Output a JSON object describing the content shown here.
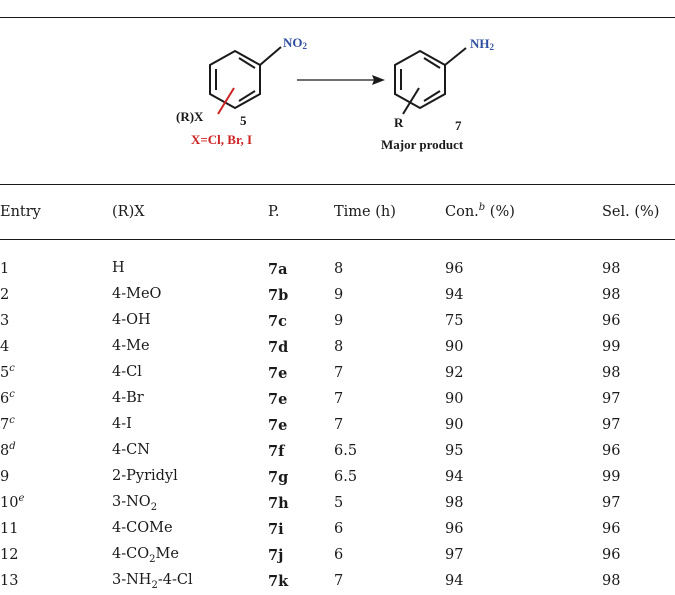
{
  "scheme": {
    "reactant_substituent": "NO",
    "reactant_substituent_sub": "2",
    "reactant_group": "(R)X",
    "reactant_number": "5",
    "reactant_halogen_note": "X=Cl, Br, I",
    "product_substituent": "NH",
    "product_substituent_sub": "2",
    "product_group": "R",
    "product_number": "7",
    "product_caption": "Major product",
    "colors": {
      "nitro": "#2f4fa0",
      "amine": "#2f4fa0",
      "halogen": "#cc2222",
      "bonds": "#1a1a1a"
    }
  },
  "table": {
    "headers": {
      "entry": "Entry",
      "rx": "(R)X",
      "product": "P.",
      "time": "Time (h)",
      "conversion_pre": "Con.",
      "conversion_note": "b",
      "conversion_post": " (%)",
      "selectivity": "Sel. (%)"
    },
    "rows": [
      {
        "entry": "1",
        "note": "",
        "rx": "H",
        "rx_sub": "",
        "rx_tail": "",
        "product_num": "7",
        "product_letter": "a",
        "time": "8",
        "conversion": "96",
        "selectivity": "98"
      },
      {
        "entry": "2",
        "note": "",
        "rx": "4-MeO",
        "rx_sub": "",
        "rx_tail": "",
        "product_num": "7",
        "product_letter": "b",
        "time": "9",
        "conversion": "94",
        "selectivity": "98"
      },
      {
        "entry": "3",
        "note": "",
        "rx": "4-OH",
        "rx_sub": "",
        "rx_tail": "",
        "product_num": "7",
        "product_letter": "c",
        "time": "9",
        "conversion": "75",
        "selectivity": "96"
      },
      {
        "entry": "4",
        "note": "",
        "rx": "4-Me",
        "rx_sub": "",
        "rx_tail": "",
        "product_num": "7",
        "product_letter": "d",
        "time": "8",
        "conversion": "90",
        "selectivity": "99"
      },
      {
        "entry": "5",
        "note": "c",
        "rx": "4-Cl",
        "rx_sub": "",
        "rx_tail": "",
        "product_num": "7",
        "product_letter": "e",
        "time": "7",
        "conversion": "92",
        "selectivity": "98"
      },
      {
        "entry": "6",
        "note": "c",
        "rx": "4-Br",
        "rx_sub": "",
        "rx_tail": "",
        "product_num": "7",
        "product_letter": "e",
        "time": "7",
        "conversion": "90",
        "selectivity": "97"
      },
      {
        "entry": "7",
        "note": "c",
        "rx": "4-I",
        "rx_sub": "",
        "rx_tail": "",
        "product_num": "7",
        "product_letter": "e",
        "time": "7",
        "conversion": "90",
        "selectivity": "97"
      },
      {
        "entry": "8",
        "note": "d",
        "rx": "4-CN",
        "rx_sub": "",
        "rx_tail": "",
        "product_num": "7",
        "product_letter": "f",
        "time": "6.5",
        "conversion": "95",
        "selectivity": "96"
      },
      {
        "entry": "9",
        "note": "",
        "rx": "2-Pyridyl",
        "rx_sub": "",
        "rx_tail": "",
        "product_num": "7",
        "product_letter": "g",
        "time": "6.5",
        "conversion": "94",
        "selectivity": "99"
      },
      {
        "entry": "10",
        "note": "e",
        "rx": "3-NO",
        "rx_sub": "2",
        "rx_tail": "",
        "product_num": "7",
        "product_letter": "h",
        "time": "5",
        "conversion": "98",
        "selectivity": "97"
      },
      {
        "entry": "11",
        "note": "",
        "rx": "4-COMe",
        "rx_sub": "",
        "rx_tail": "",
        "product_num": "7",
        "product_letter": "i",
        "time": "6",
        "conversion": "96",
        "selectivity": "96"
      },
      {
        "entry": "12",
        "note": "",
        "rx": "4-CO",
        "rx_sub": "2",
        "rx_tail": "Me",
        "product_num": "7",
        "product_letter": "j",
        "time": "6",
        "conversion": "97",
        "selectivity": "96"
      },
      {
        "entry": "13",
        "note": "",
        "rx": "3-NH",
        "rx_sub": "2",
        "rx_tail": "-4-Cl",
        "product_num": "7",
        "product_letter": "k",
        "time": "7",
        "conversion": "94",
        "selectivity": "98"
      }
    ]
  }
}
